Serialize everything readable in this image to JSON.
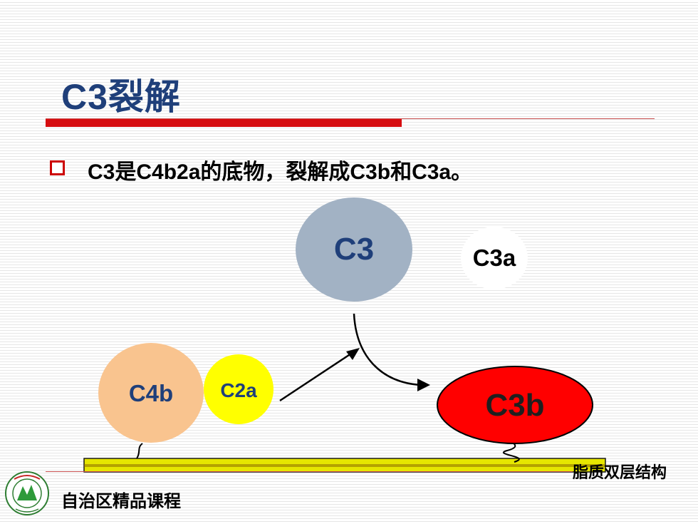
{
  "slide": {
    "title": "C3裂解",
    "bullet": "C3是C4b2a的底物，裂解成C3b和C3a。"
  },
  "diagram": {
    "c3_label": "C3",
    "c3a_label": "C3a",
    "c4b_label": "C4b",
    "c2a_label": "C2a",
    "c3b_label": "C3b",
    "membrane_label": "脂质双层结构"
  },
  "footer": {
    "course_label": "自治区精品课程",
    "logo_icon": "university-seal-icon"
  },
  "colors": {
    "title": "#1f3f7a",
    "accent_red": "#d60d10",
    "c3_fill": "#a2b2c4",
    "c4b_fill": "#f9c48f",
    "c2a_fill": "#ffff00",
    "c3b_fill": "#ff0000",
    "membrane_fill": "#e6e600"
  }
}
